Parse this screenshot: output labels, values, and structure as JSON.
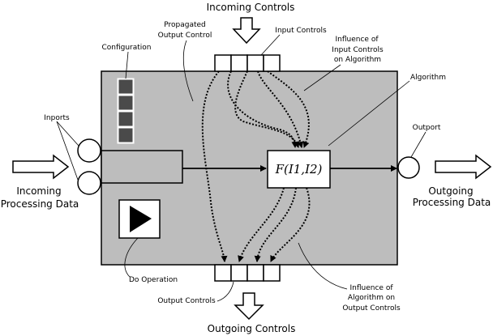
{
  "labels": {
    "incoming_controls": "Incoming Controls",
    "outgoing_controls": "Outgoing Controls",
    "incoming_data_1": "Incoming",
    "incoming_data_2": "Processing Data",
    "outgoing_data_1": "Outgoing",
    "outgoing_data_2": "Processing Data",
    "propagated_1": "Propagated",
    "propagated_2": "Output Control",
    "input_controls": "Input Controls",
    "influence_in_1": "Influence of",
    "influence_in_2": "Input Controls",
    "influence_in_3": "on Algorithm",
    "configuration": "Configuration",
    "algorithm": "Algorithm",
    "inports": "Inports",
    "outport": "Outport",
    "function": "F(I1,I2)",
    "do_operation": "Do Operation",
    "output_controls": "Output Controls",
    "influence_out_1": "Influence of",
    "influence_out_2": "Algorithm on",
    "influence_out_3": "Output Controls"
  },
  "colors": {
    "processing_box": "#bdbdbd",
    "config_cell": "#4a4a4a",
    "line": "#000000"
  },
  "icons": {
    "play": "play-icon"
  }
}
